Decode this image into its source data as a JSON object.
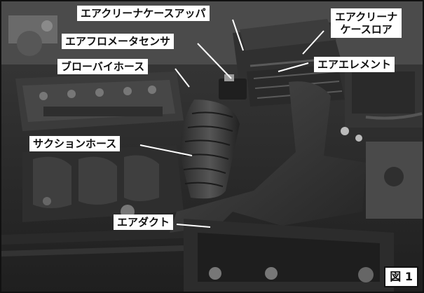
{
  "labels": {
    "air_cleaner_case_upper": "エアクリーナケースアッパ",
    "air_cleaner_case_lower_line1": "エアクリーナ",
    "air_cleaner_case_lower_line2": "ケースロア",
    "air_flow_meter_sensor": "エアフロメータセンサ",
    "blow_by_hose": "ブローバイホース",
    "air_element": "エアエレメント",
    "suction_hose": "サクションホース",
    "air_duct": "エアダクト"
  },
  "figure_label": "図 1",
  "colors": {
    "label_background": "#ffffff",
    "label_text": "#111111",
    "leader_line": "#ffffff"
  }
}
